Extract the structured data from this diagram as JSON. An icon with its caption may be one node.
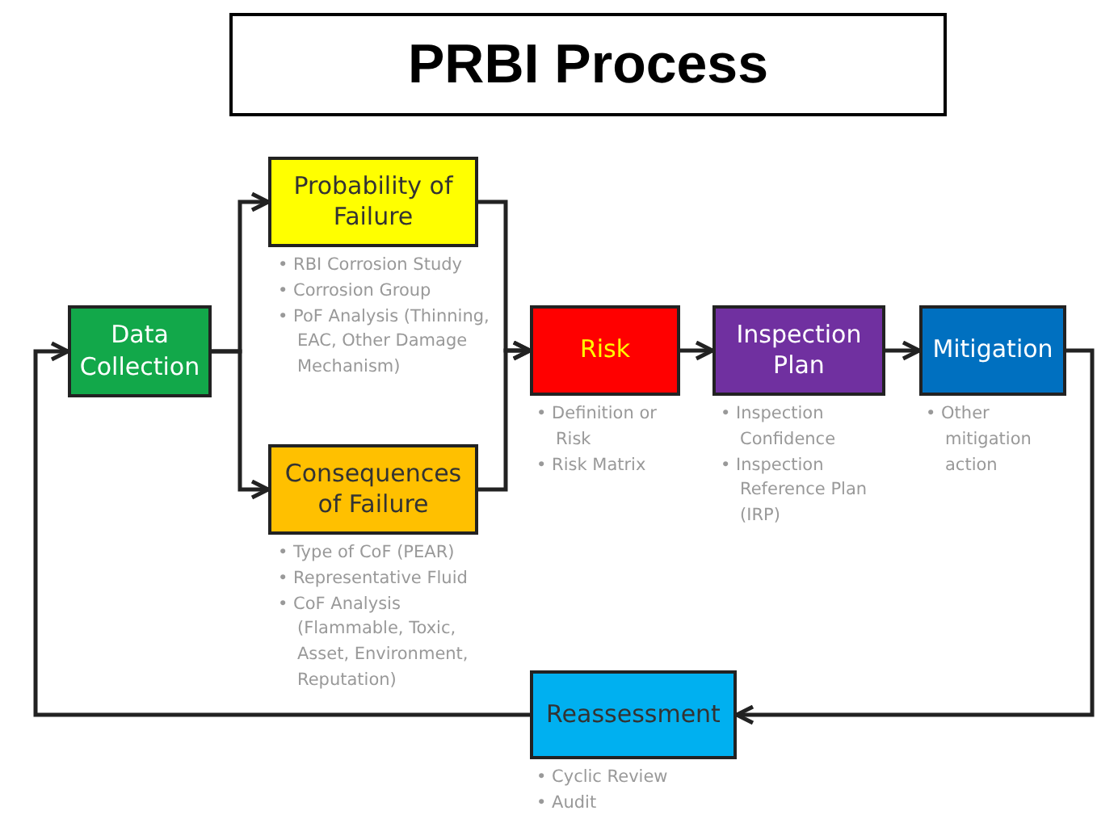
{
  "diagram": {
    "title": "PRBI Process",
    "nodes": [
      {
        "text": [
          "Data Collection"
        ]
      },
      {
        "text": [
          "Probability of Failure"
        ],
        "beside": [
          "• RBI Corrosion Study",
          "• Corrosion Group",
          "• PoF Analysis (Thinning, EAC, Other Damage Mechanism)"
        ]
      },
      {
        "text": [
          "Consequences of Failure"
        ],
        "beside": [
          "• Type of CoF (PEAR)",
          "• Representative Fluid",
          "• CoF Analysis (Flammable, Toxic, Asset, Environment, Reputation)"
        ]
      },
      {
        "text": [
          "Risk"
        ],
        "beside": [
          "• Definition or Risk",
          "• Risk Matrix"
        ]
      },
      {
        "text": [
          "Inspection Plan"
        ],
        "beside": [
          "• Inspection Confidence",
          "• Inspection Reference Plan (IRP)"
        ]
      },
      {
        "text": [
          "Mitigation"
        ],
        "beside": [
          "• Other mitigation action"
        ]
      },
      {
        "text": [
          "Reassessment"
        ],
        "beside": [
          "• Cyclic Review",
          "• Audit"
        ]
      }
    ],
    "edges": [
      {
        "from": 0,
        "to": 1,
        "arrow": "to"
      },
      {
        "from": 0,
        "to": 2,
        "arrow": "to"
      },
      {
        "from": 1,
        "to": 3,
        "arrow": "to"
      },
      {
        "from": 2,
        "to": 3,
        "arrow": "to"
      },
      {
        "from": 3,
        "to": 4,
        "arrow": "to"
      },
      {
        "from": 4,
        "to": 5,
        "arrow": "to"
      },
      {
        "from": 5,
        "to": 6,
        "arrow": "to"
      },
      {
        "from": 6,
        "to": 0,
        "arrow": "to"
      }
    ]
  }
}
